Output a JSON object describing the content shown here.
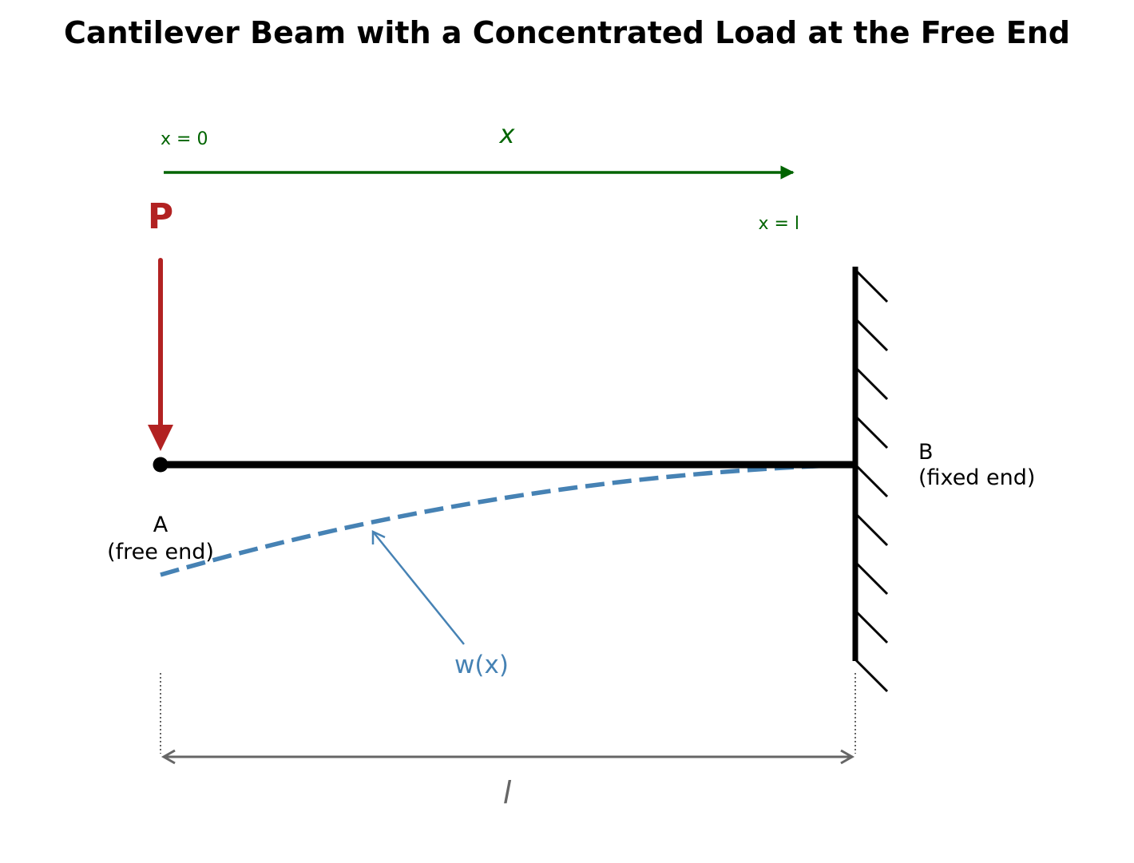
{
  "title": "Cantilever Beam with a Concentrated Load at the Free End",
  "axis": {
    "x_symbol": "x",
    "start_label": "x = 0",
    "end_label": "x = l",
    "color": "#006400"
  },
  "load": {
    "symbol": "P",
    "color": "#b22222"
  },
  "beam": {
    "color": "#000000"
  },
  "free_end": {
    "name": "A",
    "description": "(free end)"
  },
  "fixed_end": {
    "name": "B",
    "description": "(fixed end)"
  },
  "deflection": {
    "label": "w(x)",
    "color": "#4682b4"
  },
  "length": {
    "symbol": "l",
    "color": "#666666"
  }
}
